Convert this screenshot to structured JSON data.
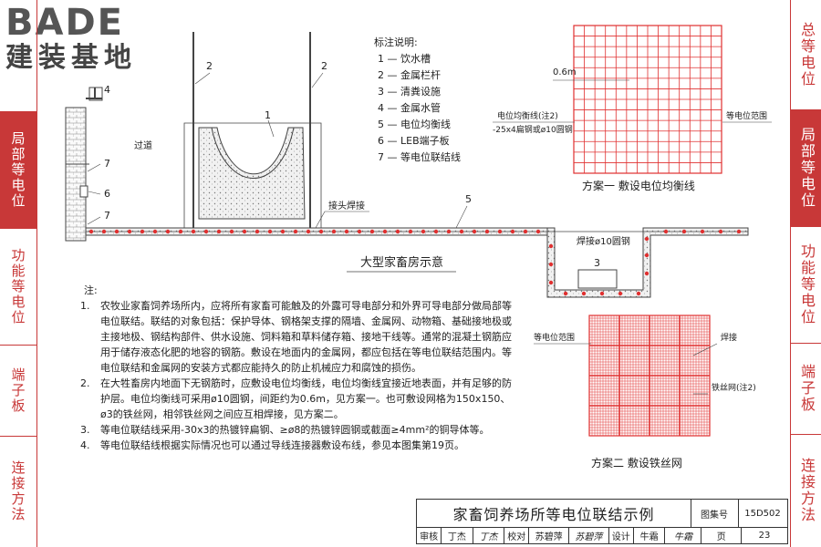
{
  "logo": {
    "brand": "BADE",
    "subtitle": "建装基地"
  },
  "left_sidebar": [
    {
      "label": "局部等电位",
      "active": true
    },
    {
      "label": "功能等电位",
      "active": false
    },
    {
      "label": "端子板",
      "active": false
    },
    {
      "label": "连接方法",
      "active": false
    }
  ],
  "right_sidebar": [
    {
      "label": "总等电位",
      "active": false
    },
    {
      "label": "局部等电位",
      "active": true
    },
    {
      "label": "功能等电位",
      "active": false
    },
    {
      "label": "端子板",
      "active": false
    },
    {
      "label": "连接方法",
      "active": false
    }
  ],
  "legend": {
    "title": "标注说明:",
    "items": [
      {
        "num": "1",
        "text": "饮水槽"
      },
      {
        "num": "2",
        "text": "金属栏杆"
      },
      {
        "num": "3",
        "text": "清粪设施"
      },
      {
        "num": "4",
        "text": "金属水管"
      },
      {
        "num": "5",
        "text": "电位均衡线"
      },
      {
        "num": "6",
        "text": "LEB端子板"
      },
      {
        "num": "7",
        "text": "等电位联结线"
      }
    ]
  },
  "main_drawing": {
    "caption": "大型家畜房示意",
    "aisle_label": "过道",
    "weld_label": "接头焊接",
    "steel_label": "焊接ø10圆钢",
    "callouts": [
      "1",
      "2",
      "2",
      "3",
      "4",
      "5",
      "6",
      "7",
      "7"
    ]
  },
  "scheme1": {
    "caption": "方案一  敷设电位均衡线",
    "spacing": "0.6m",
    "line_label_1": "电位均衡线(注2)",
    "line_label_2": "-25x4扁钢或ø10圆钢",
    "range_label": "等电位范围"
  },
  "scheme2": {
    "caption": "方案二  敷设铁丝网",
    "range_label": "等电位范围",
    "weld_label": "焊接",
    "mesh_label": "铁丝网(注2)"
  },
  "notes": {
    "heading": "注:",
    "items": [
      {
        "num": "1.",
        "text": "农牧业家畜饲养场所内，应将所有家畜可能触及的外露可导电部分和外界可导电部分做局部等电位联结。联结的对象包括：保护导体、钢格架支撑的隔墙、金属网、动物箱、基础接地极或主接地极、钢结构部件、供水设施、饲料箱和草料储存箱、接地干线等。通常的混凝土钢筋应用于储存液态化肥的地容的钢筋。敷设在地面内的金属网，都应包括在等电位联结范围内。等电位联结和金属网的安装方式都应能持久的防止机械应力和腐蚀的损伤。"
      },
      {
        "num": "2.",
        "text": "在大牲畜房内地面下无钢筋时，应敷设电位均衡线，电位均衡线宜接近地表面，并有足够的防护层。电位均衡线可采用ø10圆钢，间距约为0.6m，见方案一。也可敷设网格为150x150、ø3的铁丝网，相邻铁丝网之间应互相焊接，见方案二。"
      },
      {
        "num": "3.",
        "text": "等电位联结线采用-30x3的热镀锌扁钢、≥ø8的热镀锌圆钢或截面≥4mm²的铜导体等。"
      },
      {
        "num": "4.",
        "text": "等电位联结线根据实际情况也可以通过导线连接器敷设布线，参见本图集第19页。"
      }
    ]
  },
  "title_block": {
    "title": "家畜饲养场所等电位联结示例",
    "atlas_label": "图集号",
    "atlas_no": "15D502",
    "review_label": "审核",
    "reviewer": "丁杰",
    "reviewer_sig": "丁杰",
    "check_label": "校对",
    "checker": "苏碧萍",
    "checker_sig": "苏碧萍",
    "design_label": "设计",
    "designer": "牛霜",
    "designer_sig": "牛霜",
    "page_label": "页",
    "page_no": "23"
  },
  "colors": {
    "accent": "#c83838",
    "ink": "#222222",
    "mesh": "#e03030",
    "concrete": "#d9d9d9"
  }
}
